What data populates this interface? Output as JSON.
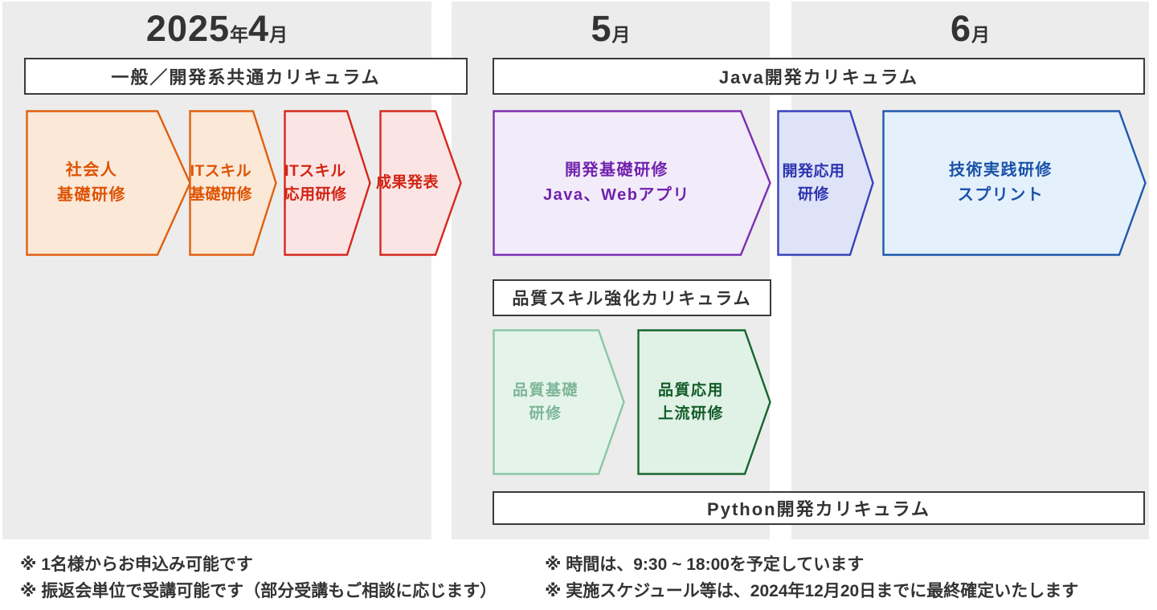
{
  "months": [
    {
      "big1": "2025",
      "small1": "年",
      "big2": "4",
      "small2": "月"
    },
    {
      "big2": "5",
      "small2": "月"
    },
    {
      "big2": "6",
      "small2": "月"
    }
  ],
  "headers": {
    "common": "一般／開発系共通カリキュラム",
    "java": "Java開発カリキュラム",
    "quality": "品質スキル強化カリキュラム",
    "python": "Python開発カリキュラム"
  },
  "arrows": {
    "shakaijin": {
      "line1": "社会人",
      "line2": "基礎研修"
    },
    "it_basic": {
      "line1": "ITスキル",
      "line2": "基礎研修"
    },
    "it_adv": {
      "line1": "ITスキル",
      "line2": "応用研修"
    },
    "seika": {
      "line1": "成果発表",
      "line2": ""
    },
    "dev_basic": {
      "line1": "開発基礎研修",
      "line2": "Java、Webアプリ"
    },
    "dev_adv": {
      "line1": "開発応用",
      "line2": "研修"
    },
    "tech": {
      "line1": "技術実践研修",
      "line2": "スプリント"
    },
    "q_basic": {
      "line1": "品質基礎",
      "line2": "研修"
    },
    "q_adv": {
      "line1": "品質応用",
      "line2": "上流研修"
    }
  },
  "notes": {
    "left": [
      "※ 1名様からお申込み可能です",
      "※ 振返会単位で受講可能です（部分受講もご相談に応じます）"
    ],
    "right": [
      "※ 時間は、9:30 ~ 18:00を予定しています",
      "※ 実施スケジュール等は、2024年12月20日までに最終確定いたします"
    ]
  },
  "palette": {
    "column_bg": "#ececec",
    "header_border": "#3a3a3a",
    "text_dark": "#333333",
    "orange_border": "#e0600f",
    "orange_fill": "#fbe8d7",
    "orange_text": "#dd5303",
    "red_border": "#d5281e",
    "red_fill": "#fbe5e4",
    "red_text": "#d32314",
    "purple_border": "#7b2fb3",
    "purple_fill": "#f2ecfa",
    "purple_text": "#7122ad",
    "indigo_border": "#3742bb",
    "indigo_fill": "#dfe3f8",
    "indigo_text": "#2e35b0",
    "blue_border": "#1f58ad",
    "blue_fill": "#e4f0fb",
    "blue_text": "#1a52a8",
    "green_light_border": "#8cc6a4",
    "green_light_fill": "#e4f4eb",
    "green_light_text": "#7eb597",
    "green_border": "#16662f",
    "green_fill": "#e0f1e5",
    "green_text": "#125c28"
  }
}
